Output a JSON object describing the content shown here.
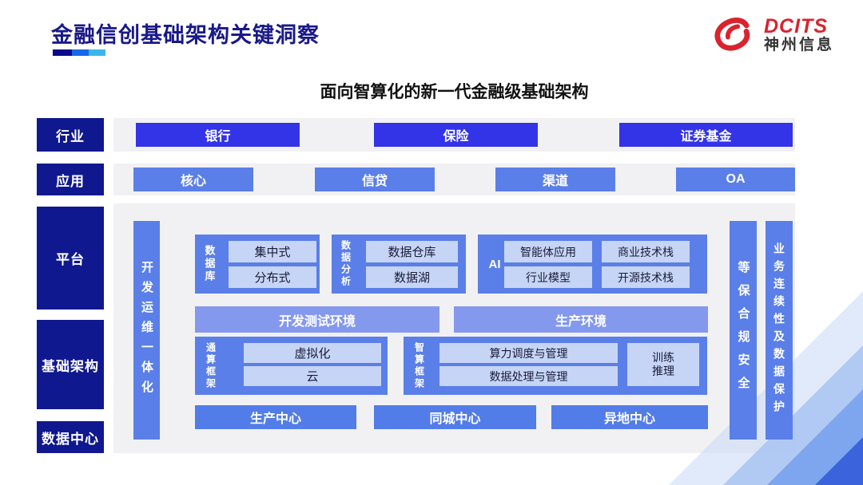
{
  "header": {
    "title": "金融信创基础架构关键洞察",
    "logo_brand": "DCITS",
    "logo_company": "神州信息"
  },
  "subtitle": "面向智算化的新一代金融级基础架构",
  "left_labels": {
    "industry": "行业",
    "application": "应用",
    "platform": "平台",
    "infrastructure": "基础架构",
    "datacenter": "数据中心"
  },
  "industry_items": [
    "银行",
    "保险",
    "证券基金"
  ],
  "application_items": [
    "核心",
    "信贷",
    "渠道",
    "OA"
  ],
  "devops_bar": "开发运维一体化",
  "platform_groups": {
    "database": {
      "label": "数据库",
      "items": [
        "集中式",
        "分布式"
      ]
    },
    "analytics": {
      "label": "数据分析",
      "items": [
        "数据仓库",
        "数据湖"
      ]
    },
    "ai": {
      "label": "AI",
      "col1": [
        "智能体应用",
        "行业模型"
      ],
      "col2": [
        "商业技术栈",
        "开源技术栈"
      ]
    }
  },
  "environments": [
    "开发测试环境",
    "生产环境"
  ],
  "infra_groups": {
    "general": {
      "label": "通算框架",
      "items": [
        "虚拟化",
        "云"
      ]
    },
    "intelligent": {
      "label": "智算框架",
      "items": [
        "算力调度与管理",
        "数据处理与管理"
      ],
      "side": "训练\n推理"
    }
  },
  "centers": [
    "生产中心",
    "同城中心",
    "异地中心"
  ],
  "right_bars": {
    "security": "等保合规安全",
    "continuity": "业务连续性及数据保护"
  },
  "colors": {
    "navy_label": "#10188f",
    "bright_blue": "#3333e8",
    "mid_blue": "#5b7fe8",
    "env_blue": "#8499ee",
    "light_box": "#c6d5f6",
    "panel_gray": "#f1f1f3",
    "title_navy": "#191989",
    "logo_red": "#d9232e",
    "underline": [
      "#0a0a8c",
      "#1569e6",
      "#3ab7ea"
    ]
  }
}
